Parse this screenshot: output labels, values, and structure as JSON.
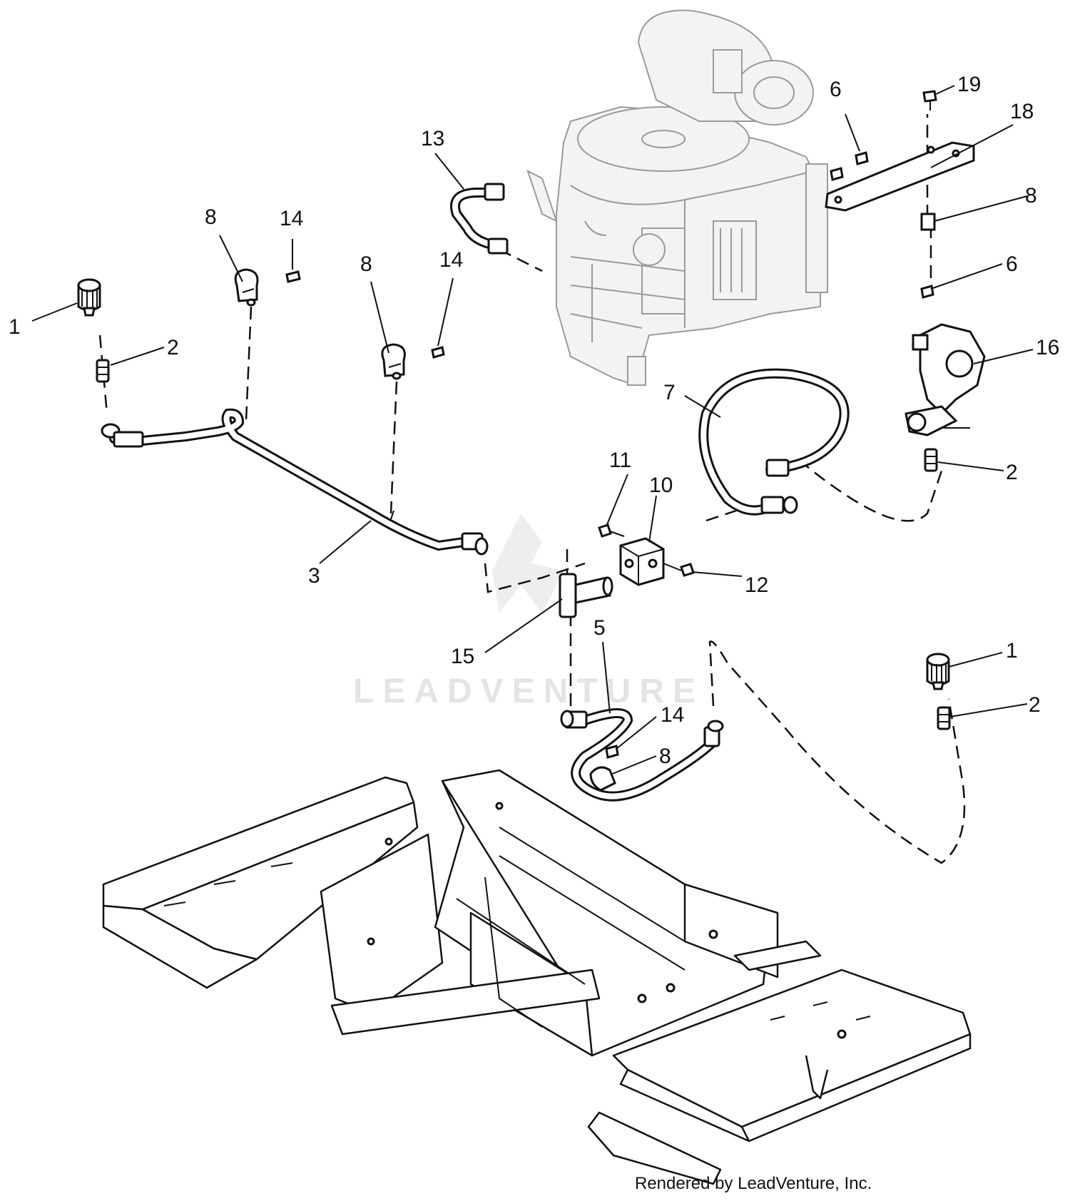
{
  "diagram": {
    "watermark": "LEADVENTURE",
    "footer": "Rendered by LeadVenture, Inc.",
    "callouts": {
      "c1a": "1",
      "c2a": "2",
      "c8a": "8",
      "c14a": "14",
      "c8b": "8",
      "c14b": "14",
      "c3": "3",
      "c13": "13",
      "c6a": "6",
      "c19": "19",
      "c18": "18",
      "c8c": "8",
      "c6b": "6",
      "c16": "16",
      "c7": "7",
      "c2b": "2",
      "c11": "11",
      "c10": "10",
      "c12": "12",
      "c15": "15",
      "c5": "5",
      "c14c": "14",
      "c8d": "8",
      "c1b": "1",
      "c2c": "2"
    }
  }
}
